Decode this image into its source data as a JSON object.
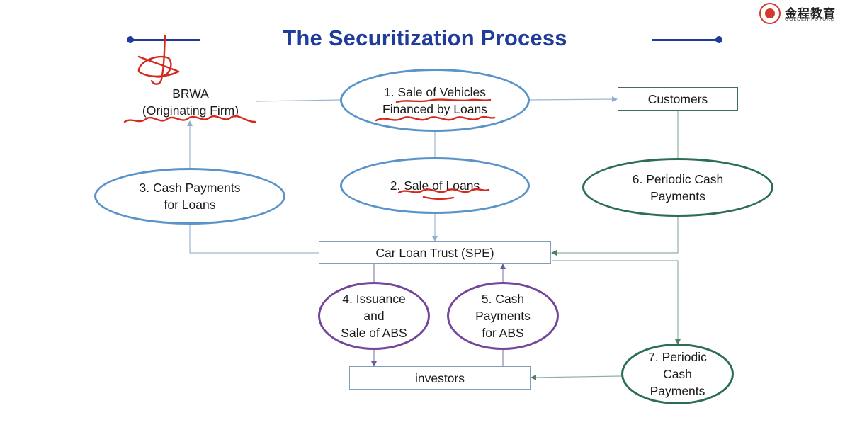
{
  "title": "The Securitization Process",
  "logo": {
    "chinese_name": "金程教育",
    "english_name": "GOLDEN FUTURE"
  },
  "nodes": {
    "brwa": "BRWA\n(Originating Firm)",
    "customers": "Customers",
    "trust": "Car Loan Trust (SPE)",
    "investors": "investors"
  },
  "steps": {
    "step1": "1. Sale of Vehicles\nFinanced by Loans",
    "step2": "2. Sale of Loans",
    "step3": "3. Cash Payments\nfor Loans",
    "step4": "4. Issuance\nand\nSale of ABS",
    "step5": "5. Cash\nPayments\nfor ABS",
    "step6": "6. Periodic Cash\nPayments",
    "step7": "7. Periodic\nCash\nPayments"
  },
  "colors": {
    "title": "#1f3c9a",
    "box_border": "#7f9fbf",
    "ellipse_blue": "#5a93c8",
    "ellipse_green": "#2b6e52",
    "ellipse_purple": "#74479a",
    "annotation_red": "#d42a1e"
  }
}
